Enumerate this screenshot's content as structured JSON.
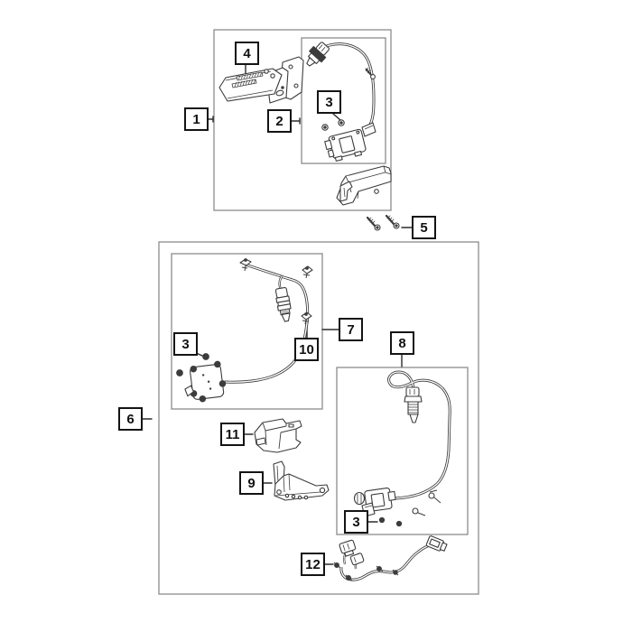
{
  "figure": {
    "background": "#ffffff",
    "art_line_color": "#3c3c3c",
    "frame_line_color": "#8c8c8c",
    "callout_border_color": "#141414",
    "callout_text_color": "#111111"
  },
  "callouts": {
    "c1": {
      "label": "1"
    },
    "c2": {
      "label": "2"
    },
    "c3a": {
      "label": "3"
    },
    "c4": {
      "label": "4"
    },
    "c5": {
      "label": "5"
    },
    "c6": {
      "label": "6"
    },
    "c7": {
      "label": "7"
    },
    "c8": {
      "label": "8"
    },
    "c3b": {
      "label": "3"
    },
    "c10": {
      "label": "10"
    },
    "c11": {
      "label": "11"
    },
    "c9": {
      "label": "9"
    },
    "c3c": {
      "label": "3"
    },
    "c12": {
      "label": "12"
    }
  }
}
